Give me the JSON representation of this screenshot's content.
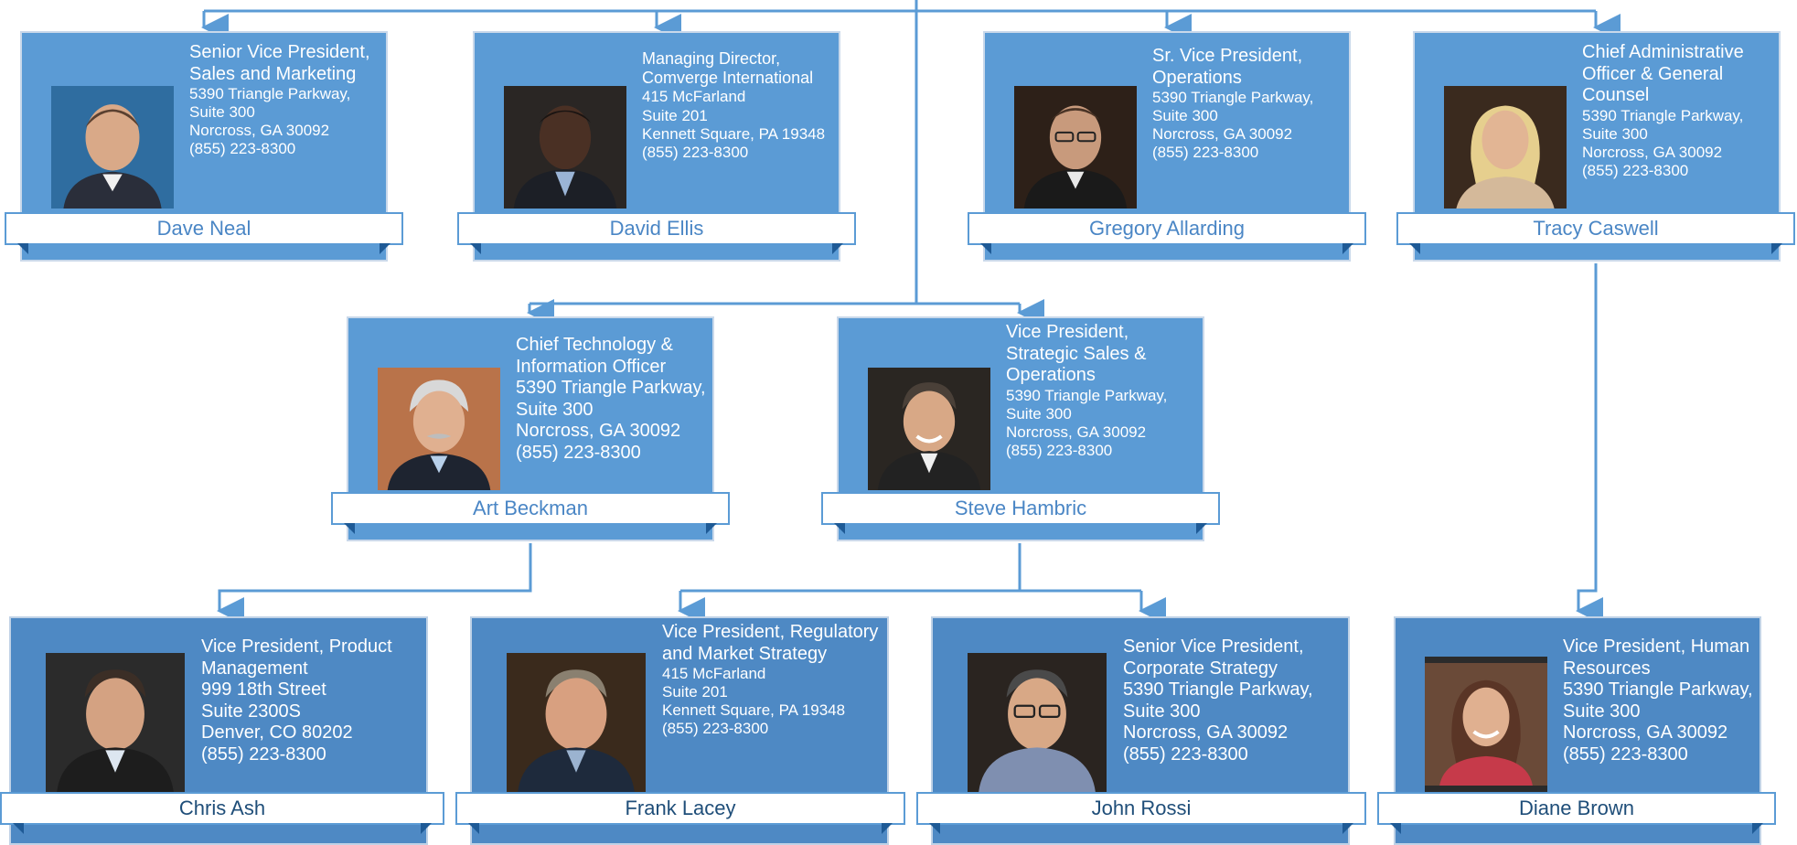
{
  "colors": {
    "card": "#5b9bd5",
    "card_dark": "#4e89c4",
    "connector": "#5b9bd5",
    "name_text": "#4a86c5",
    "name_text_dark": "#1f4e79"
  },
  "people": [
    {
      "name": "Dave Neal",
      "title": "Senior Vice President, Sales and Marketing",
      "address": [
        "5390 Triangle Parkway,",
        "Suite 300",
        "Norcross, GA 30092",
        "(855) 223-8300"
      ]
    },
    {
      "name": "David Ellis",
      "title": "Managing Director, Comverge International",
      "address": [
        "415 McFarland",
        "Suite 201",
        "Kennett Square, PA 19348",
        "(855) 223-8300"
      ]
    },
    {
      "name": "Gregory Allarding",
      "title": "Sr. Vice President, Operations",
      "address": [
        "5390 Triangle Parkway,",
        "Suite 300",
        "Norcross, GA 30092",
        "(855) 223-8300"
      ]
    },
    {
      "name": "Tracy Caswell",
      "title": "Chief Administrative Officer & General Counsel",
      "address": [
        "5390 Triangle Parkway,",
        "Suite 300",
        "Norcross, GA 30092",
        "(855) 223-8300"
      ]
    },
    {
      "name": "Art Beckman",
      "title": "Chief Technology & Information Officer",
      "address": [
        "5390 Triangle Parkway, Suite 300",
        "Norcross, GA 30092",
        "(855) 223-8300"
      ]
    },
    {
      "name": "Steve Hambric",
      "title": "Vice President, Strategic Sales & Operations",
      "address": [
        "5390 Triangle Parkway,",
        "Suite 300",
        "Norcross, GA 30092",
        "(855) 223-8300"
      ]
    },
    {
      "name": "Chris Ash",
      "title": "Vice President, Product Management",
      "address": [
        "999 18th Street",
        "Suite 2300S",
        "Denver, CO 80202",
        "(855) 223-8300"
      ]
    },
    {
      "name": "Frank Lacey",
      "title": "Vice President, Regulatory and Market Strategy",
      "address": [
        "415 McFarland",
        "Suite 201",
        "Kennett Square, PA 19348",
        "(855) 223-8300"
      ]
    },
    {
      "name": "John Rossi",
      "title": "Senior Vice President, Corporate Strategy",
      "address": [
        "5390 Triangle Parkway,",
        "Suite 300",
        "Norcross, GA 30092",
        "(855) 223-8300"
      ]
    },
    {
      "name": "Diane Brown",
      "title": "Vice President, Human Resources",
      "address": [
        "5390 Triangle Parkway, Suite 300",
        "Norcross, GA 30092",
        "(855) 223-8300"
      ]
    }
  ]
}
